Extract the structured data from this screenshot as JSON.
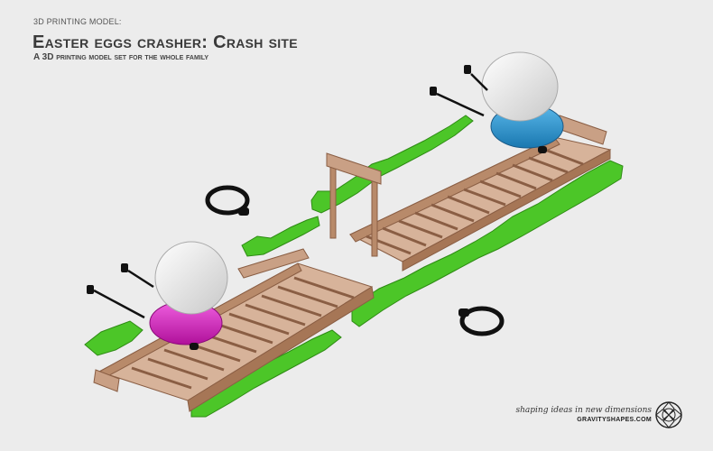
{
  "header": {
    "kicker": "3D PRINTING MODEL:",
    "title": "Easter eggs crasher: Crash site",
    "subtitle": "A 3D printing model set for the whole family"
  },
  "footer": {
    "tagline": "shaping ideas in new dimensions",
    "site": "GRAVITYSHAPES.COM"
  },
  "colors": {
    "background": "#ececec",
    "wood": "#b88a6a",
    "wood_dark": "#8a5e44",
    "grass": "#4cc628",
    "grass_dark": "#2e8a14",
    "egg": "#f4f4f4",
    "cart_magenta": "#e020c8",
    "cart_blue": "#2a9ad6",
    "ring": "#111111"
  },
  "icons": [
    "gravityshapes-logo-icon"
  ]
}
